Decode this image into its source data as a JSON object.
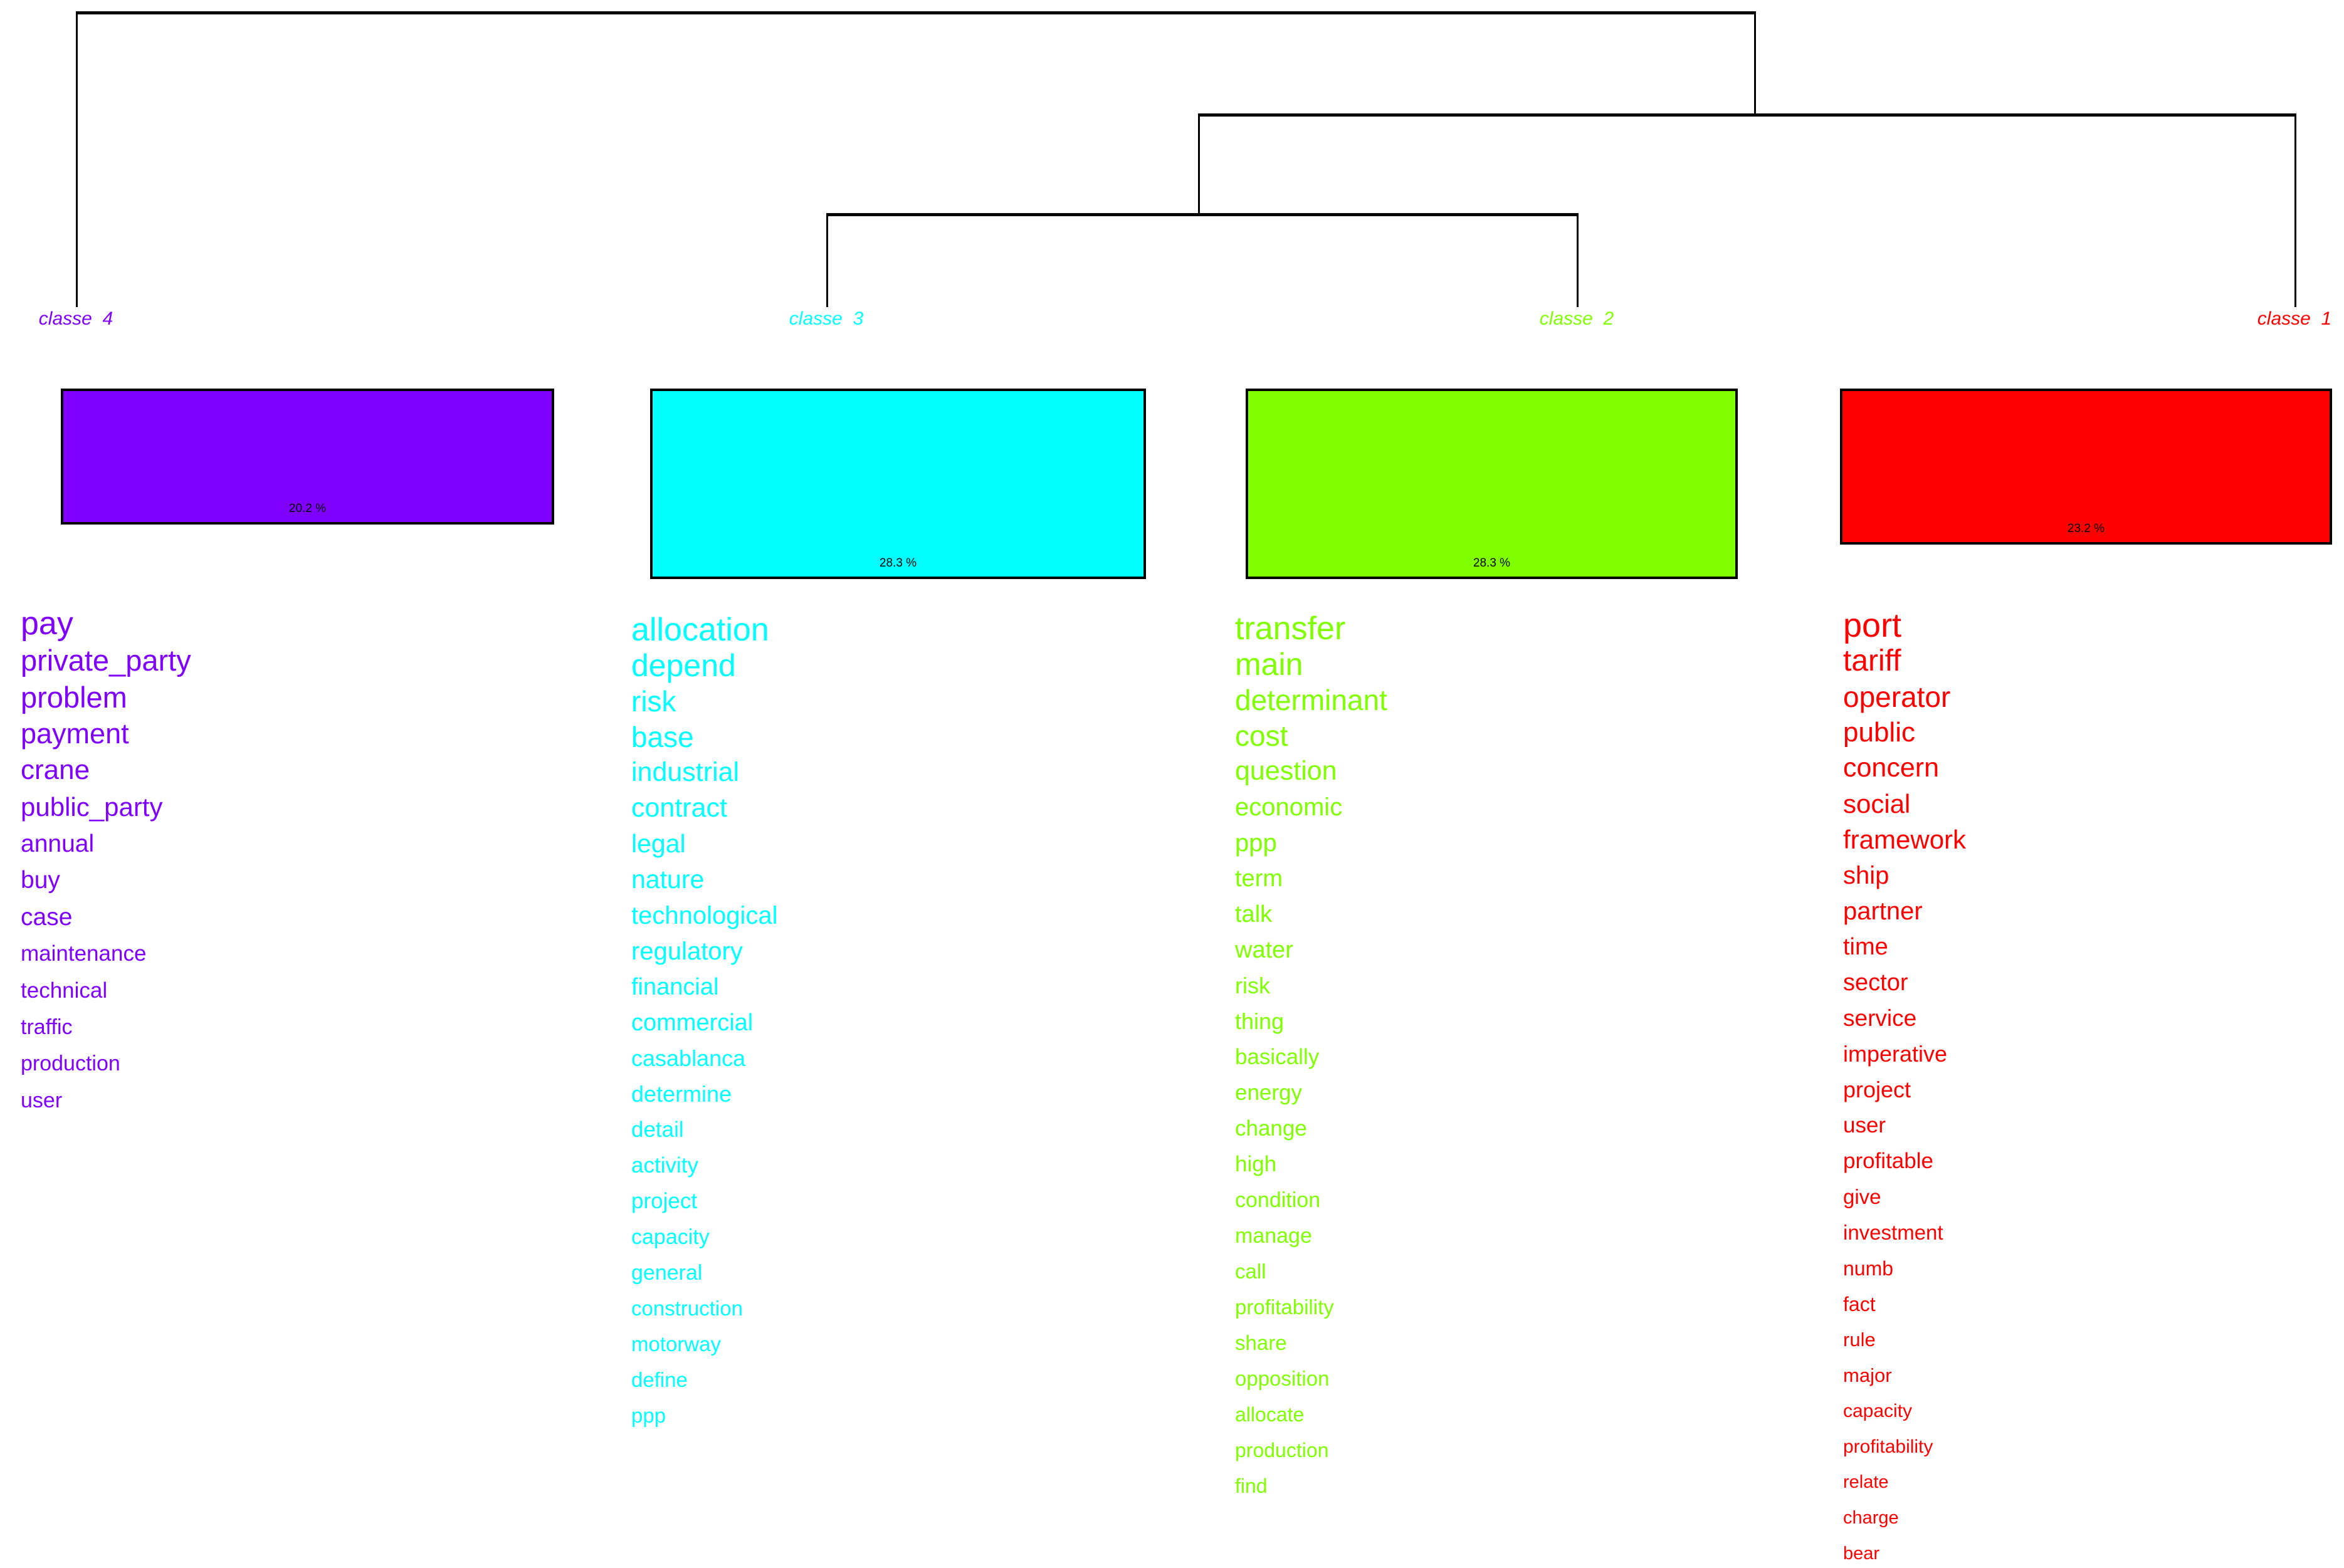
{
  "chart_data": {
    "type": "dendrogram",
    "title": "",
    "chart_kind": "descending hierarchical classification of word classes (4 clusters)",
    "hierarchy": "(classe 4, ((classe 3, classe 2), classe 1))",
    "legend_position": "none",
    "grid": false,
    "classes": [
      {
        "label": "classe  4",
        "color": "#8000FF",
        "percent": 20.2,
        "percent_label": "20.2 %",
        "words": [
          {
            "text": "pay",
            "size": 52
          },
          {
            "text": "private_party",
            "size": 47
          },
          {
            "text": "problem",
            "size": 47
          },
          {
            "text": "payment",
            "size": 45
          },
          {
            "text": "crane",
            "size": 44
          },
          {
            "text": "public_party",
            "size": 42
          },
          {
            "text": "annual",
            "size": 39
          },
          {
            "text": "buy",
            "size": 39
          },
          {
            "text": "case",
            "size": 39
          },
          {
            "text": "maintenance",
            "size": 35
          },
          {
            "text": "technical",
            "size": 35
          },
          {
            "text": "traffic",
            "size": 34
          },
          {
            "text": "production",
            "size": 34
          },
          {
            "text": "user",
            "size": 34
          }
        ]
      },
      {
        "label": "classe  3",
        "color": "#00FFFF",
        "percent": 28.3,
        "percent_label": "28.3 %",
        "words": [
          {
            "text": "allocation",
            "size": 52
          },
          {
            "text": "depend",
            "size": 50
          },
          {
            "text": "risk",
            "size": 46
          },
          {
            "text": "base",
            "size": 46
          },
          {
            "text": "industrial",
            "size": 43
          },
          {
            "text": "contract",
            "size": 43
          },
          {
            "text": "legal",
            "size": 41
          },
          {
            "text": "nature",
            "size": 41
          },
          {
            "text": "technological",
            "size": 40
          },
          {
            "text": "regulatory",
            "size": 40
          },
          {
            "text": "financial",
            "size": 38
          },
          {
            "text": "commercial",
            "size": 38
          },
          {
            "text": "casablanca",
            "size": 36
          },
          {
            "text": "determine",
            "size": 36
          },
          {
            "text": "detail",
            "size": 35
          },
          {
            "text": "activity",
            "size": 35
          },
          {
            "text": "project",
            "size": 35
          },
          {
            "text": "capacity",
            "size": 34
          },
          {
            "text": "general",
            "size": 34
          },
          {
            "text": "construction",
            "size": 33
          },
          {
            "text": "motorway",
            "size": 33
          },
          {
            "text": "define",
            "size": 33
          },
          {
            "text": "ppp",
            "size": 33
          }
        ]
      },
      {
        "label": "classe  2",
        "color": "#80FF00",
        "percent": 28.3,
        "percent_label": "28.3 %",
        "words": [
          {
            "text": "transfer",
            "size": 52
          },
          {
            "text": "main",
            "size": 50
          },
          {
            "text": "determinant",
            "size": 46
          },
          {
            "text": "cost",
            "size": 46
          },
          {
            "text": "question",
            "size": 43
          },
          {
            "text": "economic",
            "size": 40
          },
          {
            "text": "ppp",
            "size": 40
          },
          {
            "text": "term",
            "size": 38
          },
          {
            "text": "talk",
            "size": 38
          },
          {
            "text": "water",
            "size": 38
          },
          {
            "text": "risk",
            "size": 36
          },
          {
            "text": "thing",
            "size": 36
          },
          {
            "text": "basically",
            "size": 35
          },
          {
            "text": "energy",
            "size": 35
          },
          {
            "text": "change",
            "size": 35
          },
          {
            "text": "high",
            "size": 35
          },
          {
            "text": "condition",
            "size": 34
          },
          {
            "text": "manage",
            "size": 34
          },
          {
            "text": "call",
            "size": 33
          },
          {
            "text": "profitability",
            "size": 33
          },
          {
            "text": "share",
            "size": 33
          },
          {
            "text": "opposition",
            "size": 33
          },
          {
            "text": "allocate",
            "size": 32
          },
          {
            "text": "production",
            "size": 32
          },
          {
            "text": "find",
            "size": 32
          }
        ]
      },
      {
        "label": "classe  1",
        "color": "#FF0000",
        "percent": 23.2,
        "percent_label": "23.2 %",
        "words": [
          {
            "text": "port",
            "size": 54
          },
          {
            "text": "tariff",
            "size": 48
          },
          {
            "text": "operator",
            "size": 46
          },
          {
            "text": "public",
            "size": 44
          },
          {
            "text": "concern",
            "size": 43
          },
          {
            "text": "social",
            "size": 42
          },
          {
            "text": "framework",
            "size": 42
          },
          {
            "text": "ship",
            "size": 40
          },
          {
            "text": "partner",
            "size": 40
          },
          {
            "text": "time",
            "size": 38
          },
          {
            "text": "sector",
            "size": 38
          },
          {
            "text": "service",
            "size": 37
          },
          {
            "text": "imperative",
            "size": 36
          },
          {
            "text": "project",
            "size": 36
          },
          {
            "text": "user",
            "size": 35
          },
          {
            "text": "profitable",
            "size": 35
          },
          {
            "text": "give",
            "size": 33
          },
          {
            "text": "investment",
            "size": 33
          },
          {
            "text": "numb",
            "size": 32
          },
          {
            "text": "fact",
            "size": 32
          },
          {
            "text": "rule",
            "size": 31
          },
          {
            "text": "major",
            "size": 31
          },
          {
            "text": "capacity",
            "size": 30
          },
          {
            "text": "profitability",
            "size": 30
          },
          {
            "text": "relate",
            "size": 29
          },
          {
            "text": "charge",
            "size": 29
          },
          {
            "text": "bear",
            "size": 29
          }
        ]
      }
    ]
  }
}
